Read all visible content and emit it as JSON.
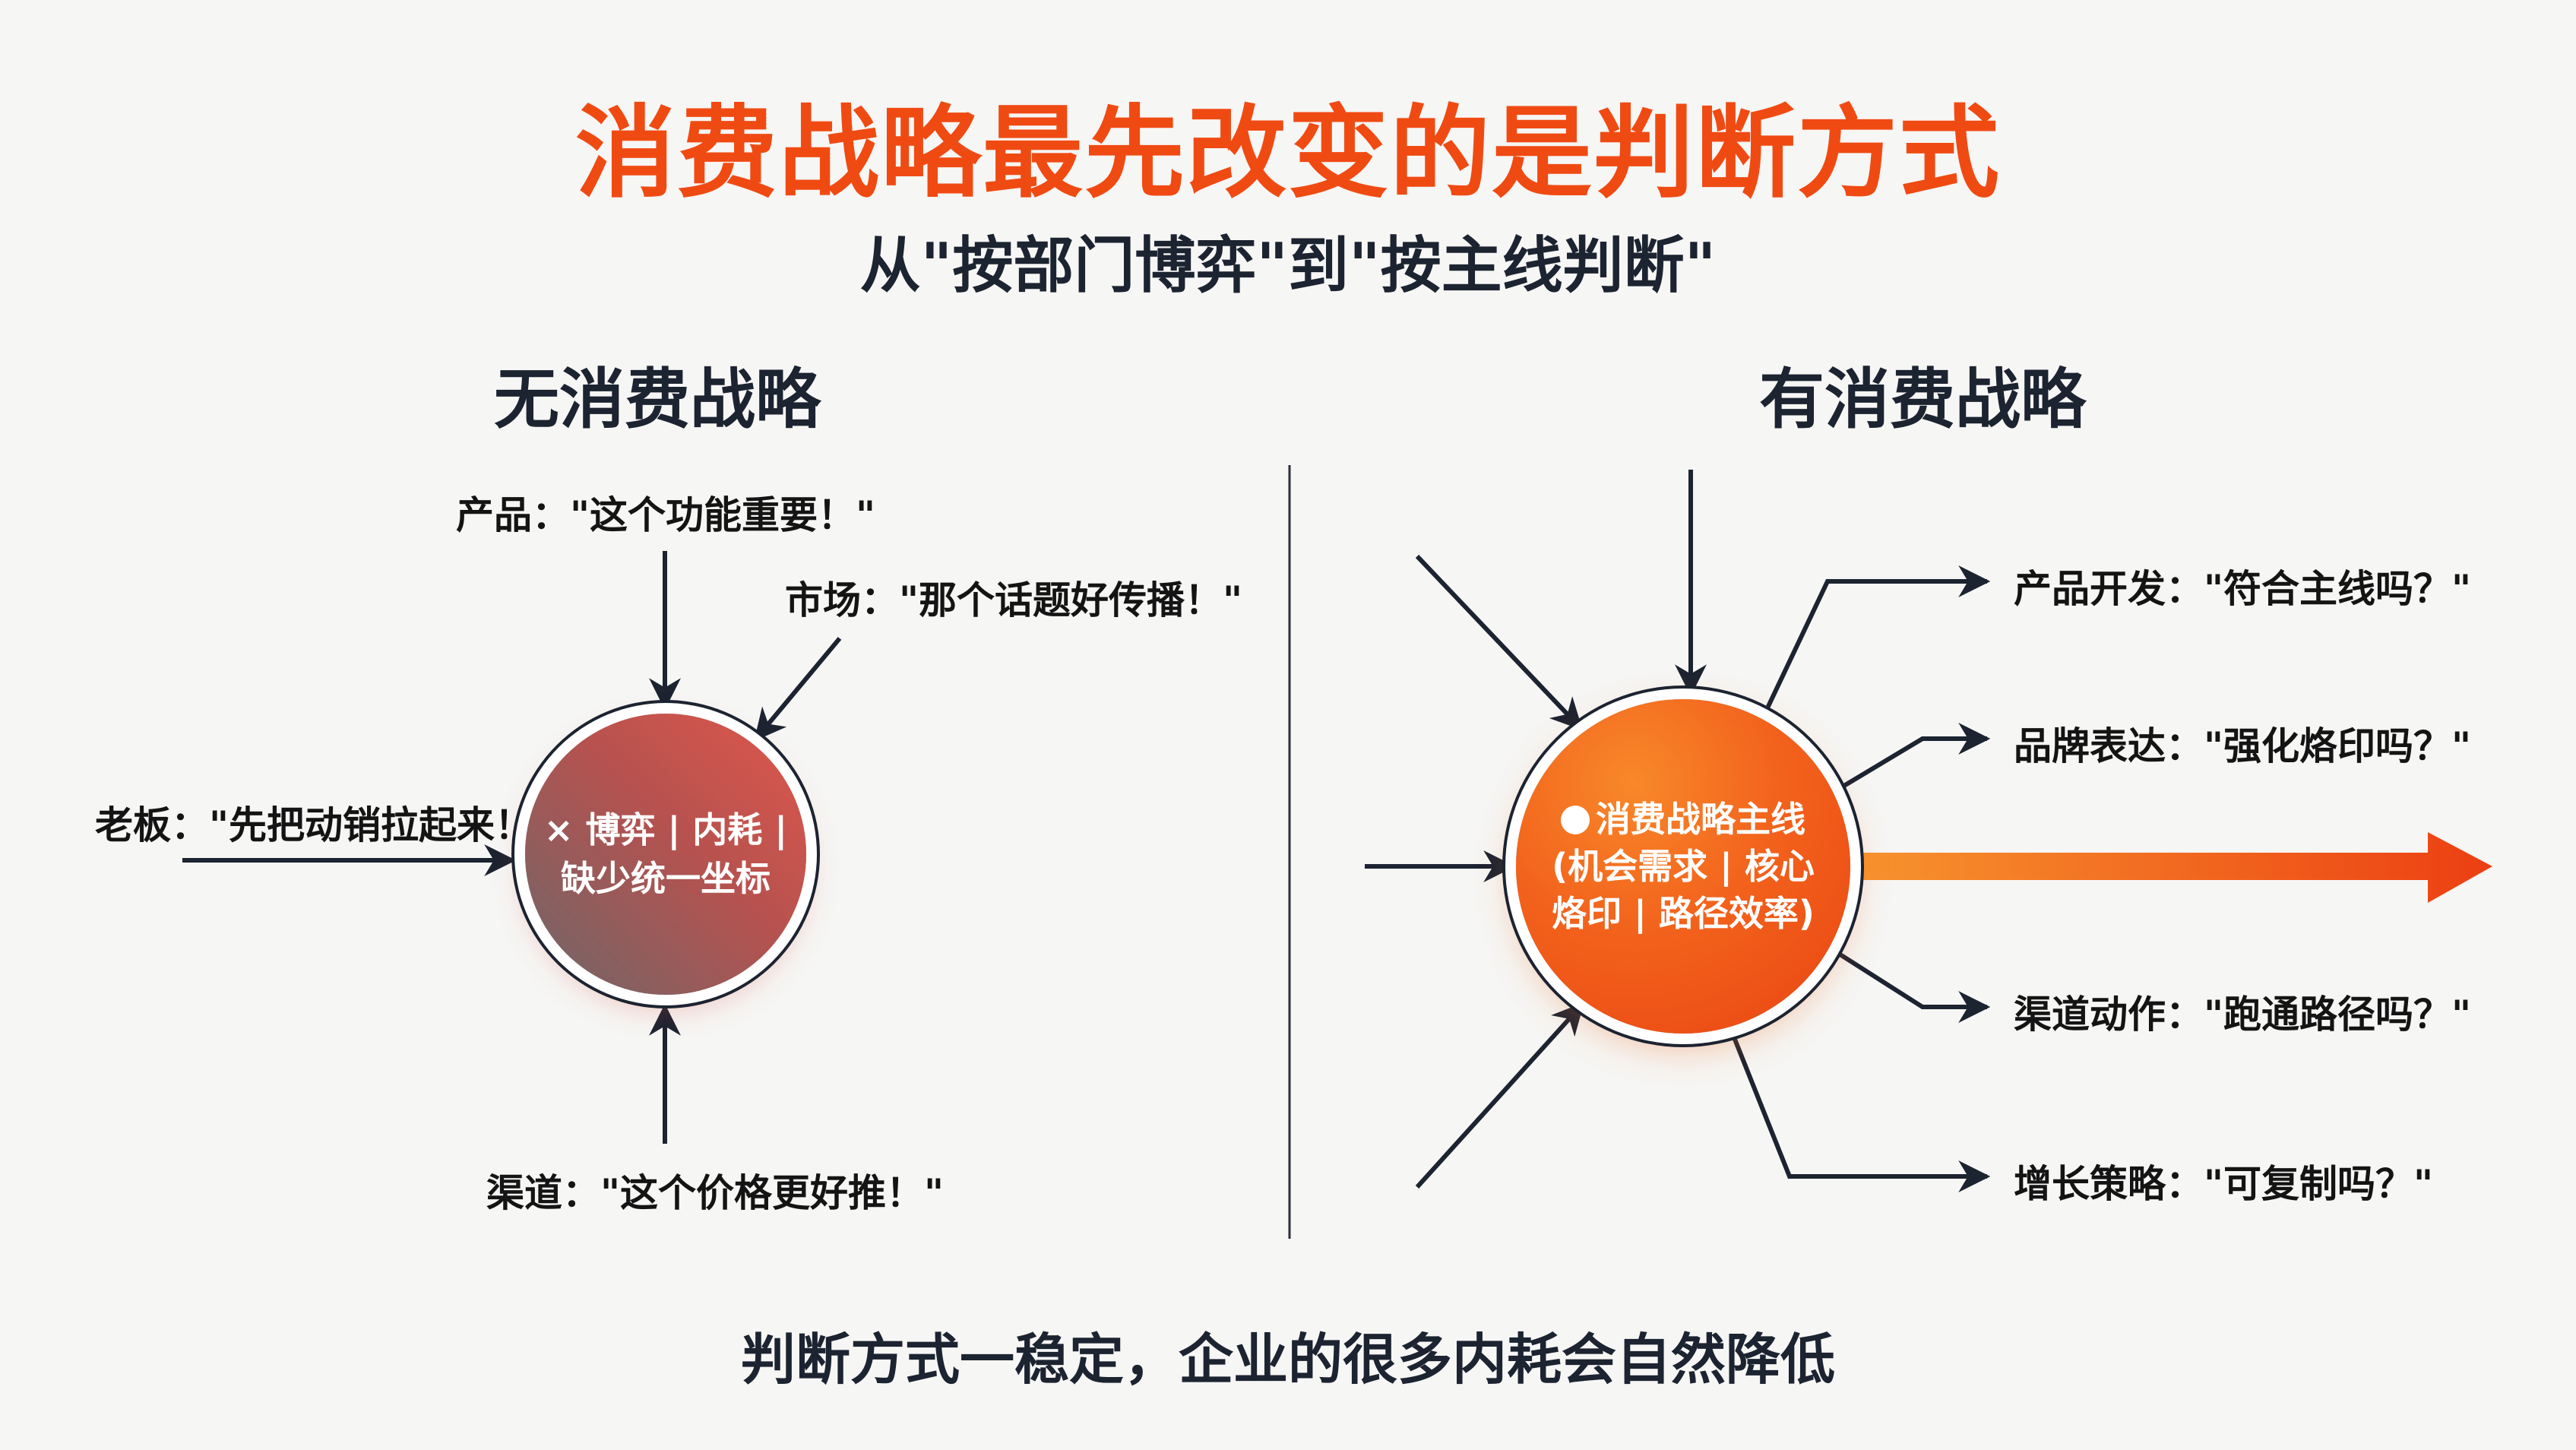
{
  "header": {
    "title": "消费战略最先改变的是判断方式",
    "subtitle": "从\"按部门博弈\"到\"按主线判断\""
  },
  "left_panel": {
    "heading": "无消费战略",
    "center": {
      "icon": "x-mark-icon",
      "line1": "× 博弈 | 内耗 |",
      "line2": "缺少统一坐标",
      "color_start": "#e0574c",
      "color_end": "#6e6769"
    },
    "inputs": [
      {
        "role": "产品",
        "quote": "产品：\"这个功能重要！\"",
        "direction": "top"
      },
      {
        "role": "市场",
        "quote": "市场：\"那个话题好传播！\"",
        "direction": "top-right"
      },
      {
        "role": "老板",
        "quote": "老板：\"先把动销拉起来！\"",
        "direction": "left"
      },
      {
        "role": "渠道",
        "quote": "渠道：\"这个价格更好推！\"",
        "direction": "bottom"
      }
    ]
  },
  "right_panel": {
    "heading": "有消费战略",
    "center": {
      "icon": "dot-icon",
      "line1": "消费战略主线",
      "line2": "(机会需求 | 核心",
      "line3": "烙印 | 路径效率)",
      "color_start": "#f8882a",
      "color_end": "#ea4412"
    },
    "outputs": [
      {
        "role": "产品开发",
        "quote": "产品开发：\"符合主线吗？\""
      },
      {
        "role": "品牌表达",
        "quote": "品牌表达：\"强化烙印吗？\""
      },
      {
        "role": "渠道动作",
        "quote": "渠道动作：\"跑通路径吗？\""
      },
      {
        "role": "增长策略",
        "quote": "增长策略：\"可复制吗？\""
      }
    ],
    "main_arrow_color": "#ec4a14"
  },
  "footer": {
    "text": "判断方式一稳定，企业的很多内耗会自然降低"
  },
  "colors": {
    "accent": "#f04a13",
    "ink": "#1c2331",
    "background": "#f6f6f4"
  }
}
